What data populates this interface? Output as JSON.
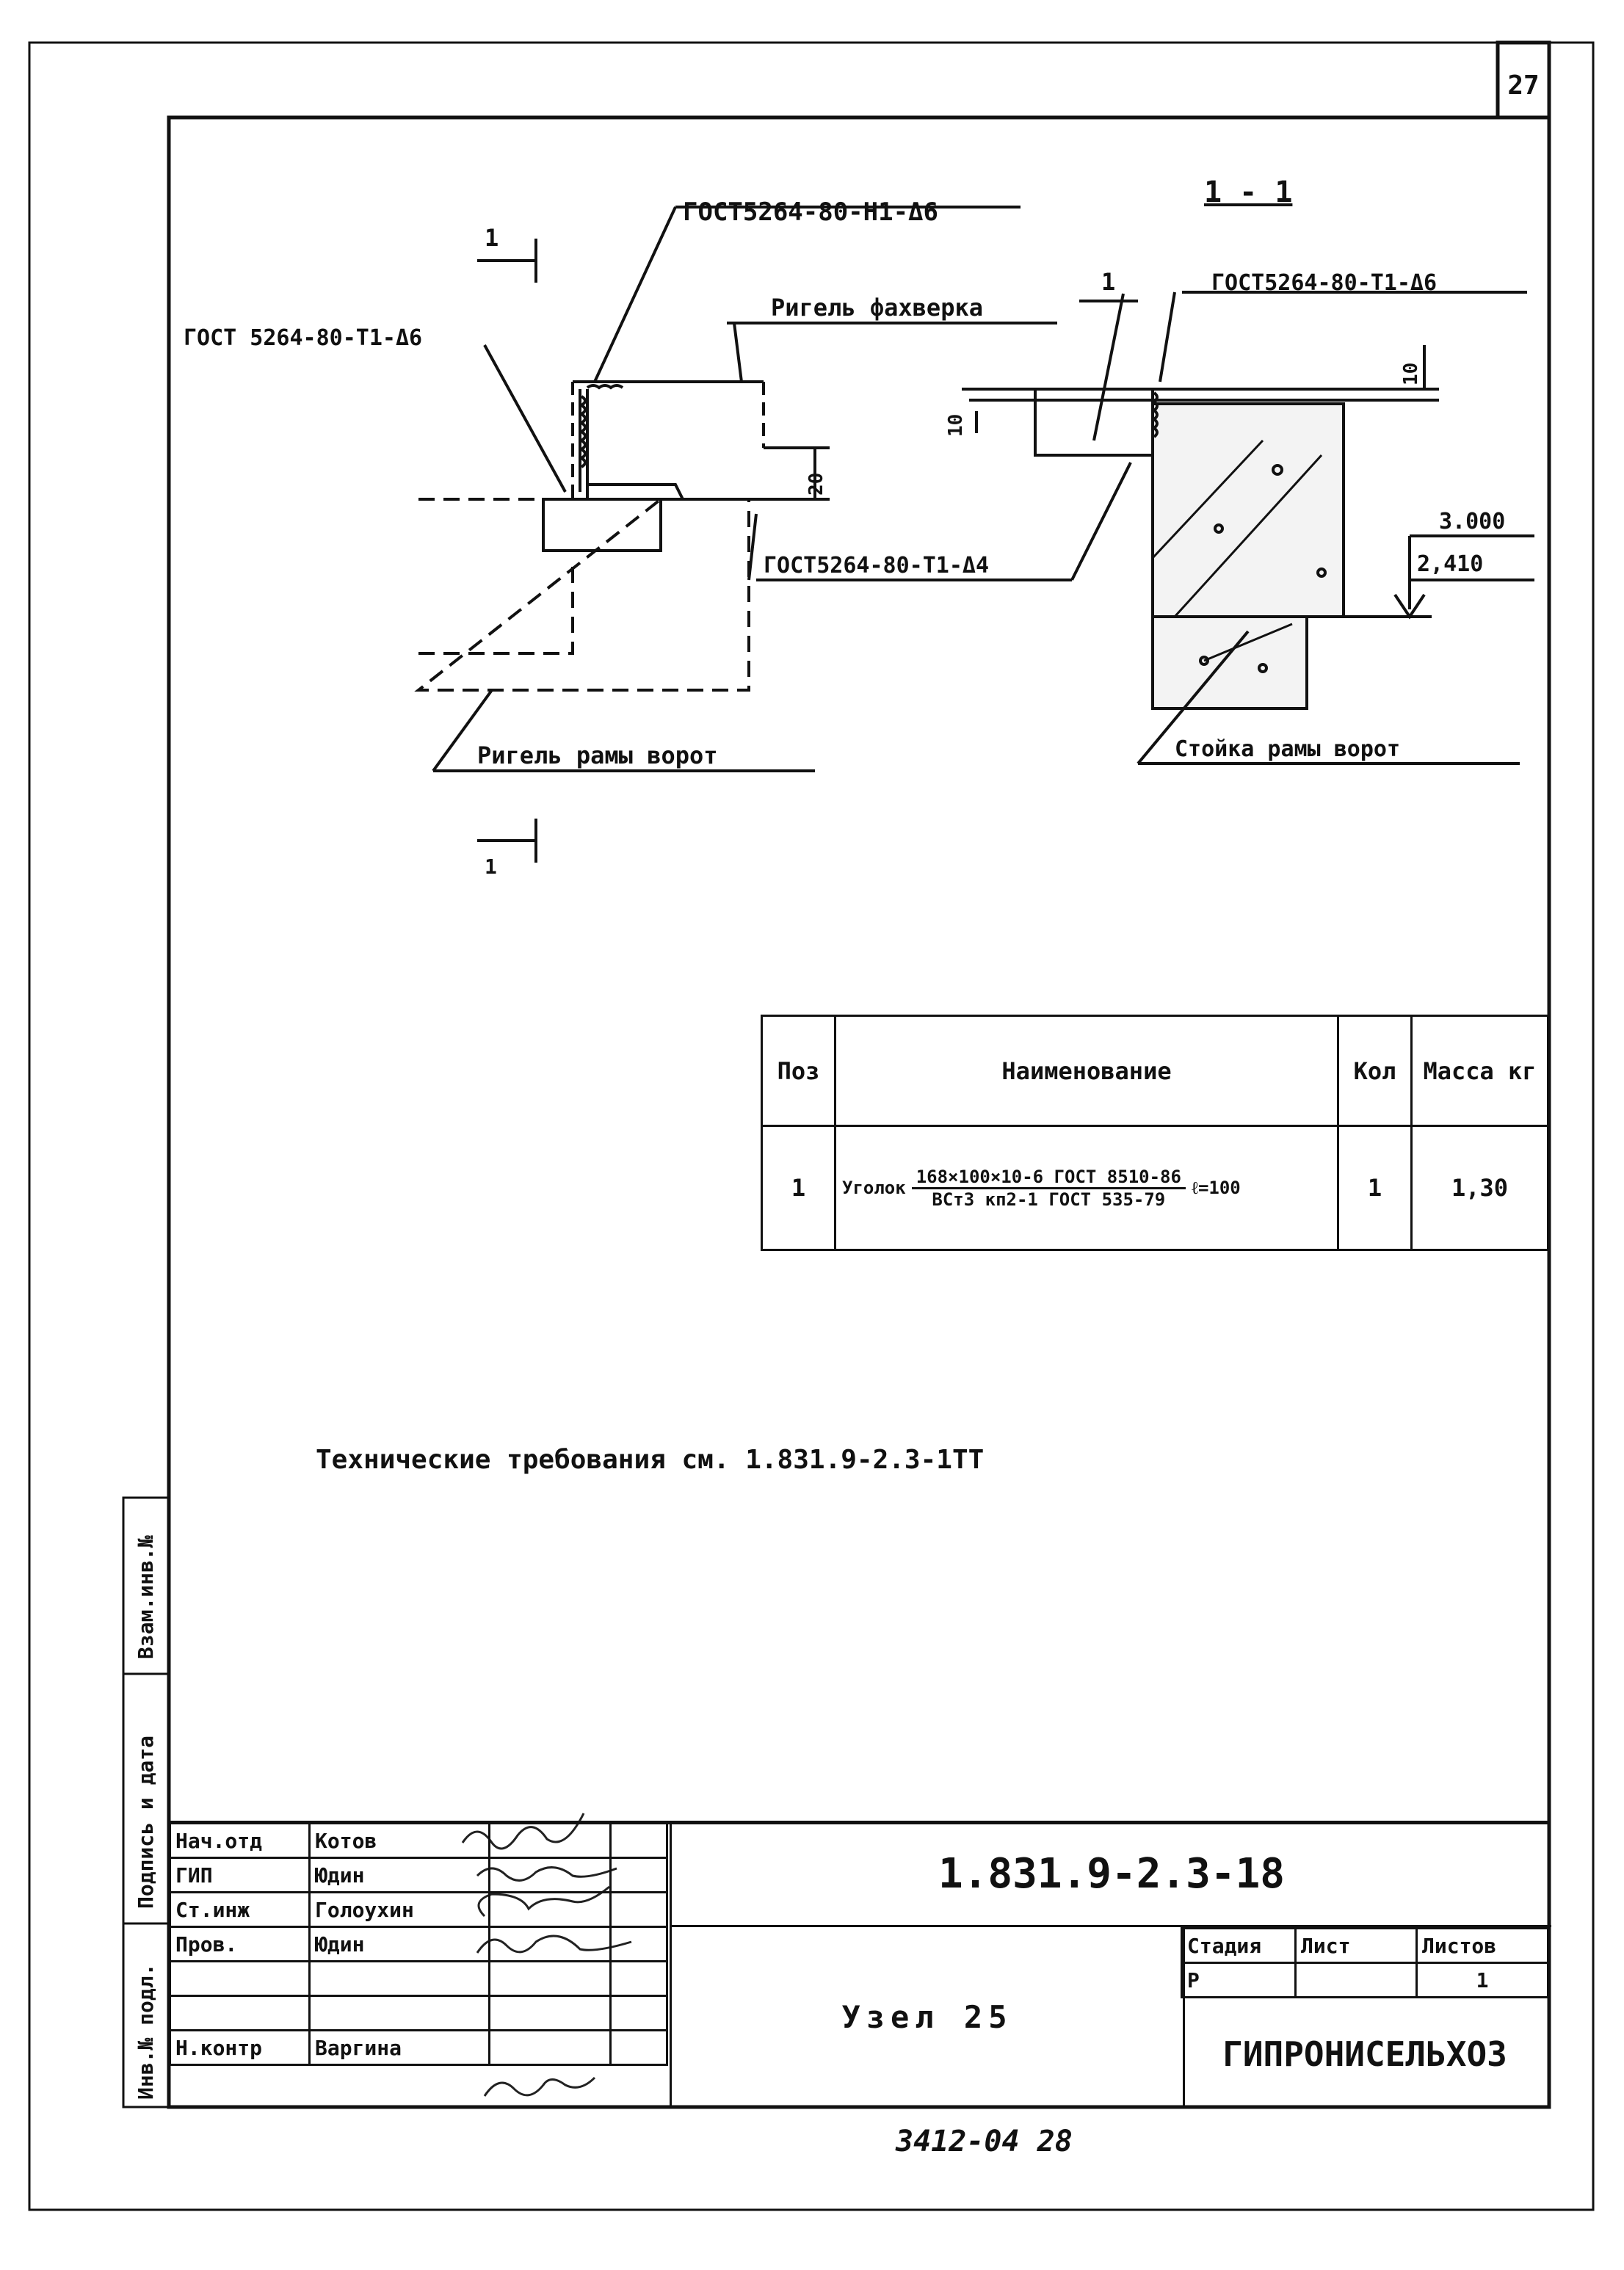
{
  "sheet_number": "27",
  "drawing": {
    "section_mark": "1 - 1",
    "cut_label_top": "1",
    "cut_label_bottom": "1",
    "cut_label_right": "1",
    "weld_label_top": "ГОСТ5264-80-Н1-Δ6",
    "weld_label_left": "ГОСТ 5264-80-Т1-Δ6",
    "weld_label_mid": "ГОСТ5264-80-Т1-Δ4",
    "weld_label_right": "ГОСТ5264-80-Т1-Δ6",
    "label_rigel_fachwerk": "Ригель фахверка",
    "label_rigel_frame": "Ригель рамы ворот",
    "label_stoyka": "Стойка рамы ворот",
    "dim_20": "20",
    "dim_10_left": "10",
    "dim_10_right": "10",
    "elev_top": "3.000",
    "elev_bottom": "2,410"
  },
  "spec_table": {
    "headers": [
      "Поз",
      "Наименование",
      "Кол",
      "Масса кг"
    ],
    "rows": [
      {
        "pos": "1",
        "name_prefix": "Уголок",
        "name_numerator": "168×100×10-6 ГОСТ 8510-86",
        "name_denominator": "ВСт3 кп2-1 ГОСТ 535-79",
        "name_suffix": "ℓ=100",
        "qty": "1",
        "mass": "1,30"
      }
    ]
  },
  "tech_requirements": "Технические требования см. 1.831.9-2.3-1ТТ",
  "side_stamps": [
    "Взам.инв.№",
    "Подпись и дата",
    "Инв.№ подл."
  ],
  "title_block": {
    "people": [
      {
        "role": "Нач.отд",
        "name": "Котов"
      },
      {
        "role": "ГИП",
        "name": "Юдин"
      },
      {
        "role": "Ст.инж",
        "name": "Голоухин"
      },
      {
        "role": "Пров.",
        "name": "Юдин"
      },
      {
        "role": "",
        "name": ""
      },
      {
        "role": "",
        "name": ""
      },
      {
        "role": "Н.контр",
        "name": "Варгина"
      }
    ],
    "document_code": "1.831.9-2.3-18",
    "title": "Узел 25",
    "stage_header": "Стадия",
    "sheet_header": "Лист",
    "sheets_header": "Листов",
    "stage": "Р",
    "sheet": "",
    "sheets": "1",
    "organization": "ГИПРОНИСЕЛЬХОЗ"
  },
  "archive_number": "3412-04  28"
}
